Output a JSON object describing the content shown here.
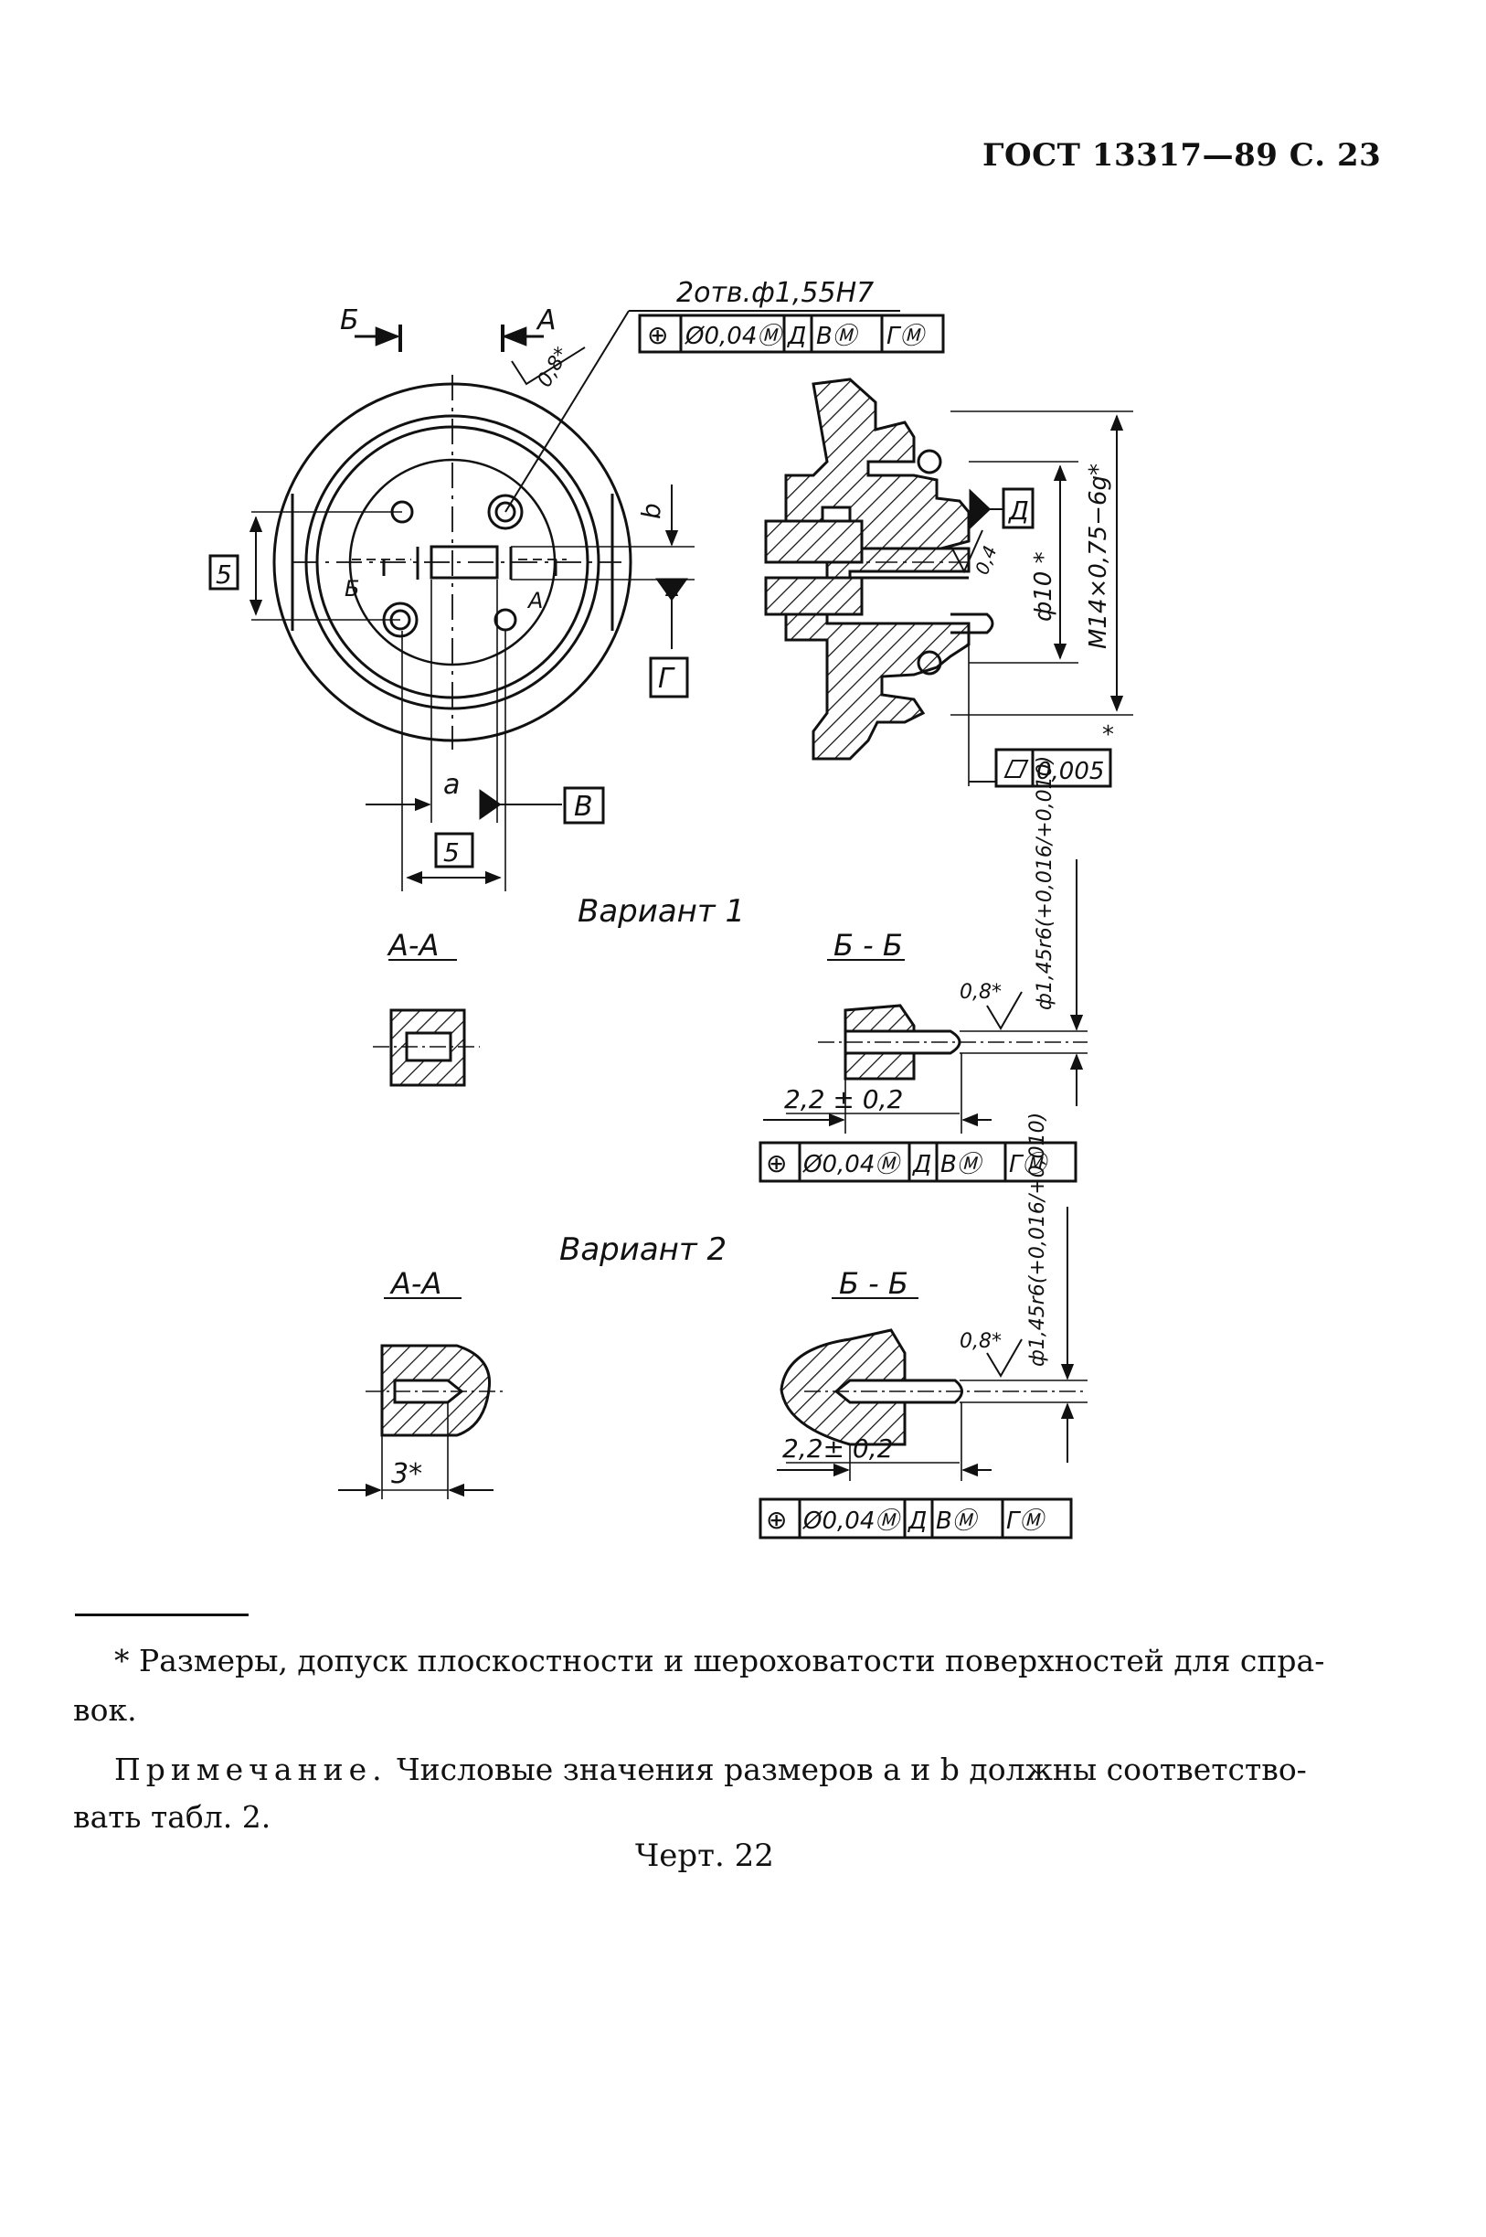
{
  "header": {
    "page_ref": "ГОСТ 13317—89 С. 23"
  },
  "drawing": {
    "main_view": {
      "hole_callout": "2отв.ф1,55Н7",
      "frame_top": [
        "⊕",
        "Ø0,04Ⓜ",
        "Д",
        "ВⓂ",
        "ГⓂ"
      ],
      "section_mark_B": "Б",
      "section_mark_A": "А",
      "roughness_top": "0,8*",
      "dim_left": "5",
      "dim_bottom": "5",
      "dim_a": "a",
      "dim_b": "b",
      "datum_V": "В",
      "datum_G": "Г",
      "small_B": "Б",
      "small_A": "А"
    },
    "side_view": {
      "datum_D": "Д",
      "dim_phi10": "ф10 *",
      "dim_thread": "М14×0,75−6g*",
      "roughness_04": "0,4",
      "flatness_frame": [
        "▱",
        "0,005"
      ],
      "star": "*"
    },
    "variant1": {
      "title": "Вариант 1",
      "section_AA": "А-А",
      "section_BB": "Б - Б",
      "roughness": "0,8*",
      "fit": "ф1,45r6(+0,016/+0,010)",
      "dim_len": "2,2 ± 0,2",
      "frame": [
        "⊕",
        "Ø0,04Ⓜ",
        "Д",
        "ВⓂ",
        "ГⓂ"
      ]
    },
    "variant2": {
      "title": "Вариант 2",
      "section_AA": "А-А",
      "section_BB": "Б - Б",
      "roughness": "0,8*",
      "fit": "ф1,45r6(+0,016/+0,010)",
      "dim_len": "2,2± 0,2",
      "dim_3": "3*",
      "frame": [
        "⊕",
        "Ø0,04Ⓜ",
        "Д",
        "ВⓂ",
        "ГⓂ"
      ]
    }
  },
  "footnote": {
    "line1": "* Размеры, допуск плоскостности и шероховатости поверхностей для спра-",
    "line2": "вок."
  },
  "note": {
    "label": "Примечание.",
    "line1": " Числовые значения размеров a и b должны соответство-",
    "line2": "вать табл. 2."
  },
  "caption": "Черт. 22"
}
